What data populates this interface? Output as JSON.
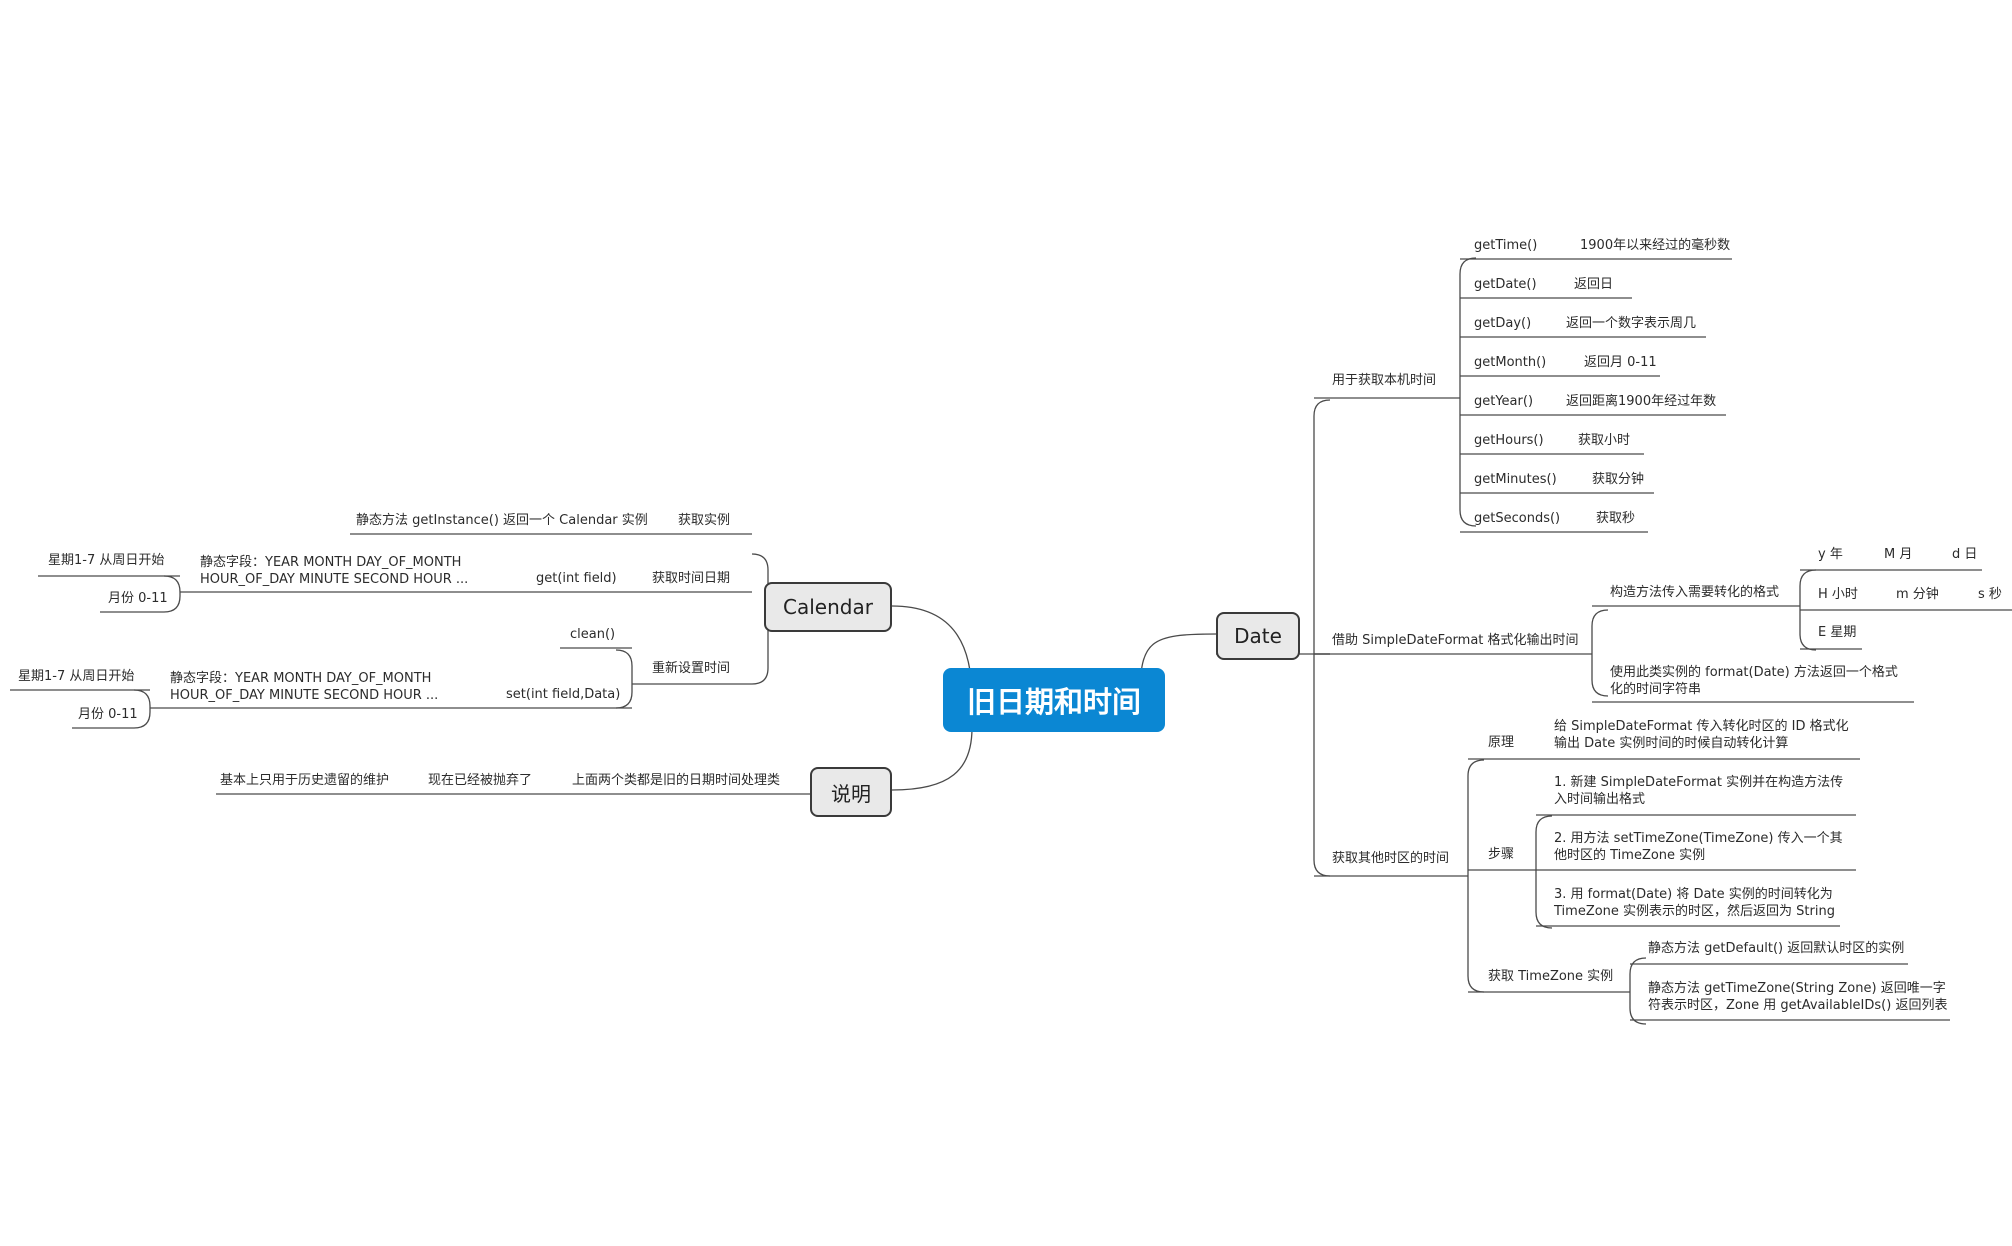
{
  "root": "旧日期和时间",
  "branches": {
    "calendar": "Calendar",
    "date": "Date",
    "shuoming": "说明"
  },
  "date": {
    "local_time": {
      "label": "用于获取本机时间",
      "methods": [
        {
          "name": "getTime()",
          "desc": "1900年以来经过的毫秒数"
        },
        {
          "name": "getDate()",
          "desc": "返回日"
        },
        {
          "name": "getDay()",
          "desc": "返回一个数字表示周几"
        },
        {
          "name": "getMonth()",
          "desc": "返回月 0-11"
        },
        {
          "name": "getYear()",
          "desc": "返回距离1900年经过年数"
        },
        {
          "name": "getHours()",
          "desc": "获取小时"
        },
        {
          "name": "getMinutes()",
          "desc": "获取分钟"
        },
        {
          "name": "getSeconds()",
          "desc": "获取秒"
        }
      ]
    },
    "sdf": {
      "label": "借助 SimpleDateFormat 格式化输出时间",
      "ctor": "构造方法传入需要转化的格式",
      "row1": [
        "y 年",
        "M 月",
        "d 日"
      ],
      "row2": [
        "H 小时",
        "m 分钟",
        "s 秒"
      ],
      "row3": [
        "E 星期"
      ],
      "format": "使用此类实例的 format(Date) 方法返回一个格式化的时间字符串"
    },
    "tz": {
      "label": "获取其他时区的时间",
      "principle_label": "原理",
      "principle": "给 SimpleDateFormat 传入转化时区的 ID 格式化输出 Date 实例时间的时候自动转化计算",
      "steps_label": "步骤",
      "steps": [
        "1. 新建 SimpleDateFormat 实例并在构造方法传入时间输出格式",
        "2. 用方法 setTimeZone(TimeZone) 传入一个其他时区的 TimeZone 实例",
        "3. 用 format(Date) 将 Date 实例的时间转化为 TimeZone 实例表示的时区，然后返回为 String"
      ],
      "get_label": "获取 TimeZone 实例",
      "get_items": [
        "静态方法 getDefault() 返回默认时区的实例",
        "静态方法 getTimeZone(String Zone) 返回唯一字符表示时区，Zone 用 getAvailableIDs() 返回列表"
      ]
    }
  },
  "calendar": {
    "get_instance": {
      "label": "获取实例",
      "desc": "静态方法 getInstance() 返回一个 Calendar 实例"
    },
    "get_date": {
      "label": "获取时间日期",
      "method": "get(int field)",
      "fields": "静态字段：YEAR MONTH DAY_OF_MONTH HOUR_OF_DAY MINUTE SECOND HOUR ...",
      "notes": [
        "星期1-7 从周日开始",
        "月份 0-11"
      ]
    },
    "reset": {
      "label": "重新设置时间",
      "clean": "clean()",
      "method": "set(int field,Data)",
      "fields": "静态字段：YEAR MONTH DAY_OF_MONTH HOUR_OF_DAY MINUTE SECOND HOUR ...",
      "notes": [
        "星期1-7 从周日开始",
        "月份 0-11"
      ]
    }
  },
  "shuoming": {
    "items": [
      "上面两个类都是旧的日期时间处理类",
      "现在已经被抛弃了",
      "基本上只用于历史遗留的维护"
    ]
  }
}
